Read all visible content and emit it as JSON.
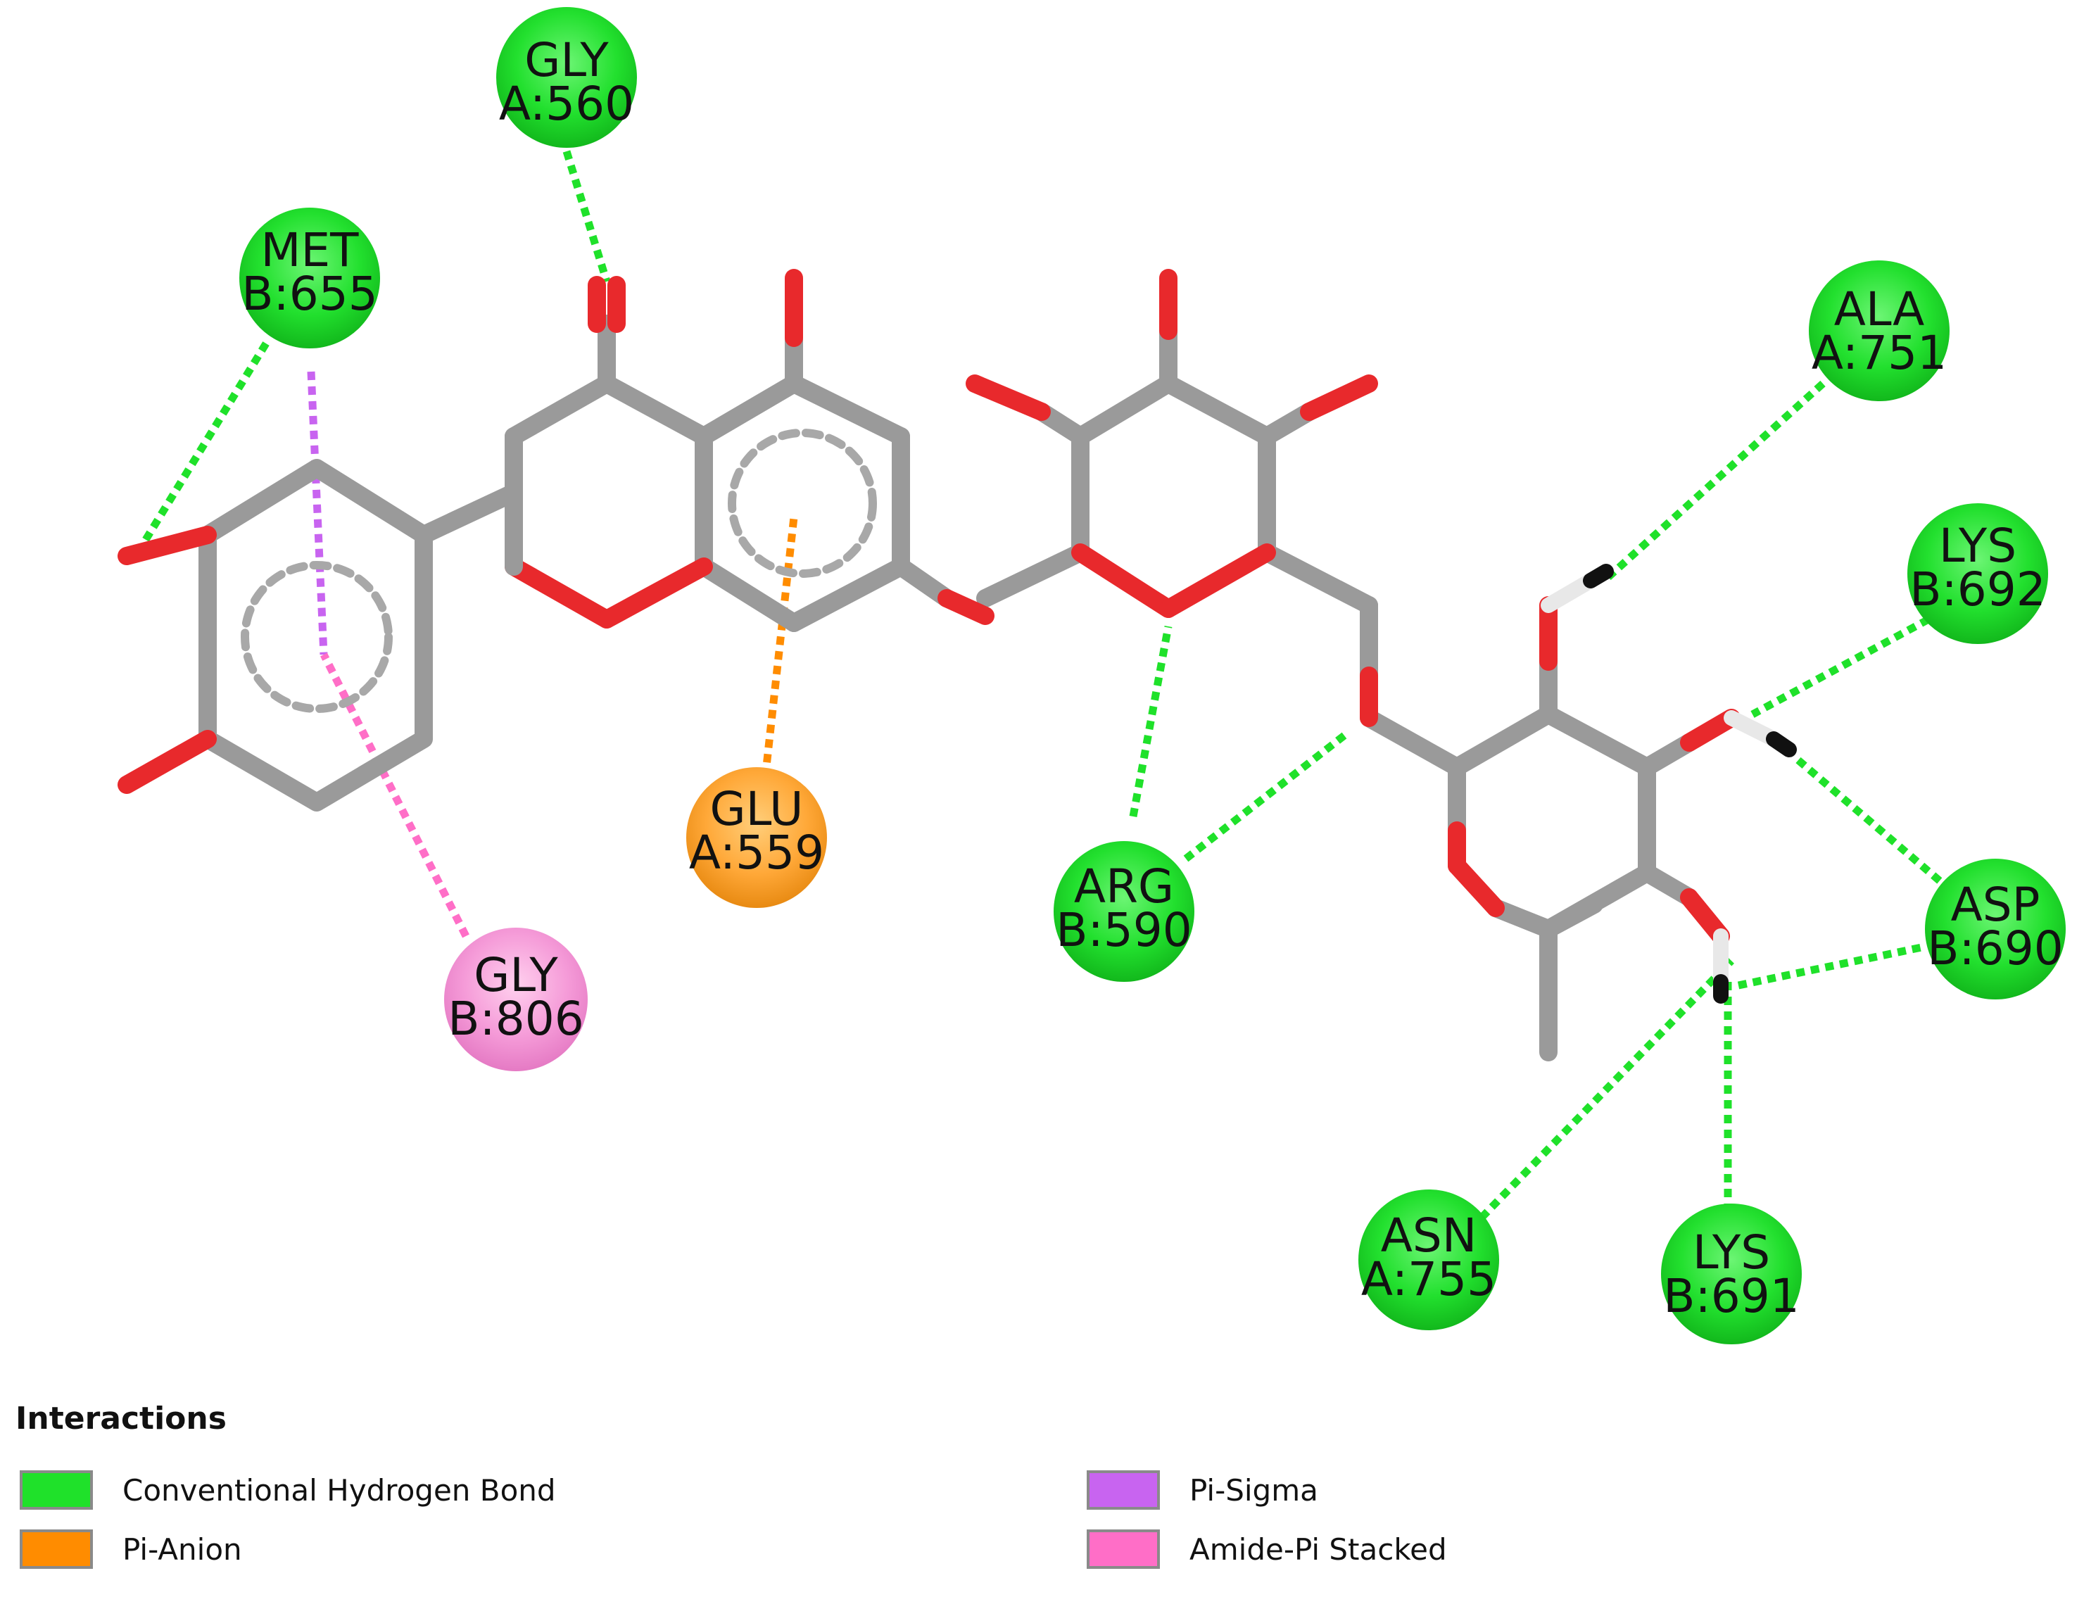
{
  "colors": {
    "bond_gray": "#9a9a9a",
    "oxygen_red": "#e8292c",
    "hydrogen_white": "#f2f2f2",
    "hydrogen_dark": "#111111",
    "hbond_green": "#1fe12a",
    "pi_anion_orange": "#ff8c00",
    "pi_sigma_violet": "#c864f0",
    "amide_pi_pink": "#ff6ec7"
  },
  "residues": [
    {
      "id": "gly-a560",
      "line1": "GLY",
      "line2": "A:560",
      "type": "hbond"
    },
    {
      "id": "met-b655",
      "line1": "MET",
      "line2": "B:655",
      "type": "hbond"
    },
    {
      "id": "glu-a559",
      "line1": "GLU",
      "line2": "A:559",
      "type": "pi_anion"
    },
    {
      "id": "gly-b806",
      "line1": "GLY",
      "line2": "B:806",
      "type": "amide_pi"
    },
    {
      "id": "arg-b590",
      "line1": "ARG",
      "line2": "B:590",
      "type": "hbond"
    },
    {
      "id": "ala-a751",
      "line1": "ALA",
      "line2": "A:751",
      "type": "hbond"
    },
    {
      "id": "lys-b692",
      "line1": "LYS",
      "line2": "B:692",
      "type": "hbond"
    },
    {
      "id": "asp-b690",
      "line1": "ASP",
      "line2": "B:690",
      "type": "hbond"
    },
    {
      "id": "asn-a755",
      "line1": "ASN",
      "line2": "A:755",
      "type": "hbond"
    },
    {
      "id": "lys-b691",
      "line1": "LYS",
      "line2": "B:691",
      "type": "hbond"
    }
  ],
  "legend": {
    "title": "Interactions",
    "items": [
      {
        "id": "hbond",
        "label": "Conventional Hydrogen Bond",
        "color": "#1fe12a"
      },
      {
        "id": "pi_sigma",
        "label": "Pi-Sigma",
        "color": "#c864f0"
      },
      {
        "id": "pi_anion",
        "label": "Pi-Anion",
        "color": "#ff8c00"
      },
      {
        "id": "amide_pi",
        "label": "Amide-Pi Stacked",
        "color": "#ff6ec7"
      }
    ]
  }
}
